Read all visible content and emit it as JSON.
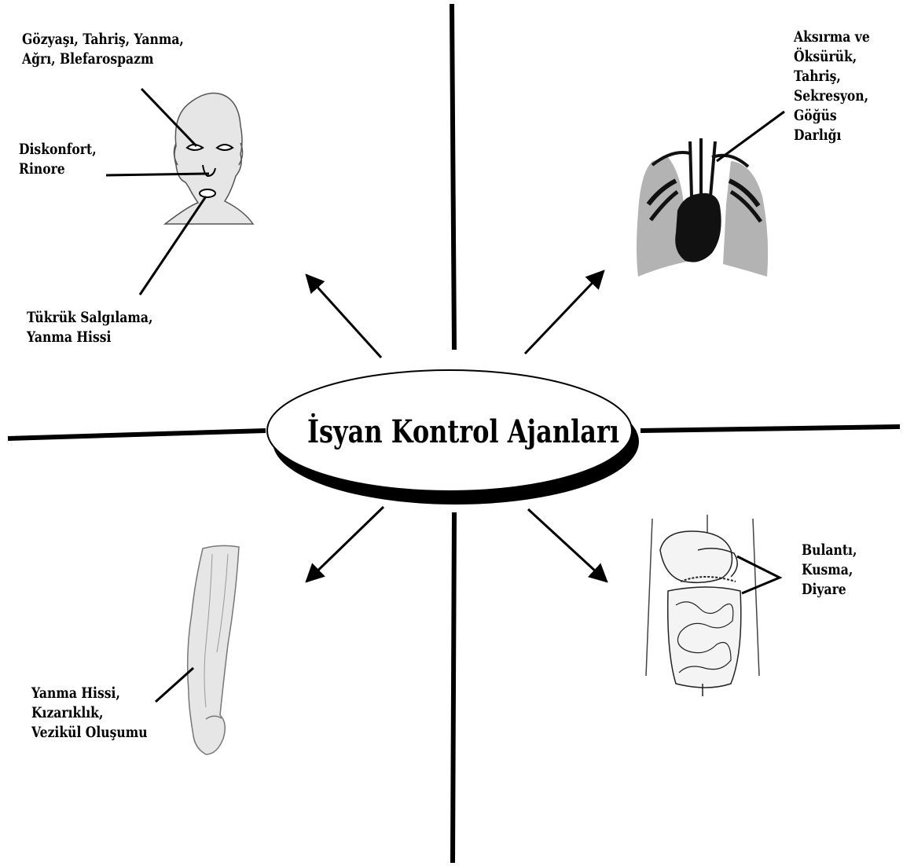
{
  "center": {
    "title": "İsyan Kontrol Ajanları"
  },
  "quadrants": {
    "eyes": {
      "text": "Gözyaşı, Tahriş, Yanma,\nAğrı, Blefarospazm"
    },
    "nose": {
      "text": "Diskonfort,\nRinore"
    },
    "mouth": {
      "text": "Tükrük Salgılama,\nYanma Hissi"
    },
    "lungs": {
      "text": "Aksırma ve\nÖksürük,\nTahriş,\nSekresyon,\nGöğüs\nDarlığı"
    },
    "gi": {
      "text": "Bulantı,\nKusma,\nDiyare"
    },
    "skin": {
      "text": "Yanma Hissi,\nKızarıklık,\nVezikül Oluşumu"
    }
  },
  "colors": {
    "line": "#000000",
    "organ_fill": "#e6e6e6",
    "lung_fill": "#b3b3b3",
    "heart_fill": "#111111"
  },
  "icons": [
    "head-icon",
    "lungs-heart-icon",
    "arm-icon",
    "intestines-icon"
  ]
}
